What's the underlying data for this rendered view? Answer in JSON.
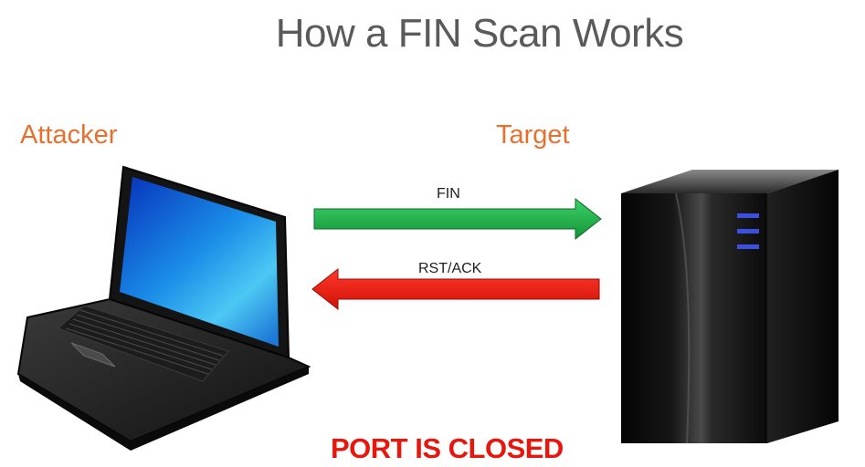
{
  "diagram": {
    "title": "How a FIN Scan Works",
    "attacker_label": "Attacker",
    "target_label": "Target",
    "request_label": "FIN",
    "response_label": "RST/ACK",
    "result_text": "PORT IS CLOSED"
  },
  "icons": {
    "attacker_device": "laptop-icon",
    "target_device": "server-tower-icon"
  },
  "colors": {
    "title": "#5a5a5a",
    "role_labels": "#e8702f",
    "request_arrow": "#22a84a",
    "response_arrow": "#e8160c",
    "result_text": "#e8160c"
  }
}
